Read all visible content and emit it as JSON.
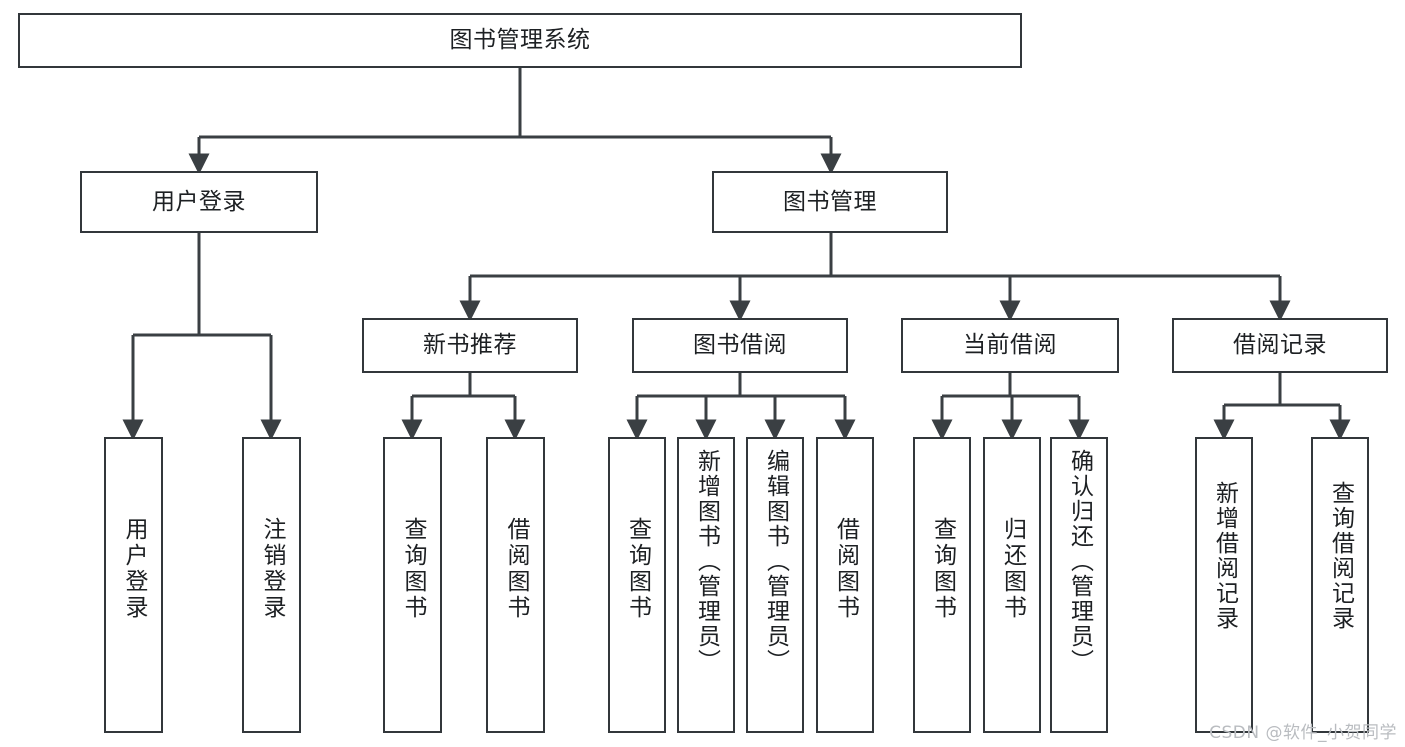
{
  "diagram": {
    "title": "图书管理系统",
    "type": "tree",
    "colors": {
      "box_border": "#32373b",
      "box_fill": "#ffffff",
      "connector": "#3a3f43",
      "text": "#1d2023",
      "watermark": "#b9bcc0",
      "background": "#ffffff"
    },
    "root": {
      "label": "图书管理系统"
    },
    "level2": [
      {
        "label": "用户登录"
      },
      {
        "label": "图书管理"
      }
    ],
    "level3": [
      {
        "label": "新书推荐"
      },
      {
        "label": "图书借阅"
      },
      {
        "label": "当前借阅"
      },
      {
        "label": "借阅记录"
      }
    ],
    "leaves": {
      "user_login": [
        {
          "label": "用户登录"
        },
        {
          "label": "注销登录"
        }
      ],
      "new_book": [
        {
          "label": "查询图书"
        },
        {
          "label": "借阅图书"
        }
      ],
      "book_borrow": [
        {
          "label": "查询图书"
        },
        {
          "label": "新增图书（管理员）"
        },
        {
          "label": "编辑图书（管理员）"
        },
        {
          "label": "借阅图书"
        }
      ],
      "current_borrow": [
        {
          "label": "查询图书"
        },
        {
          "label": "归还图书"
        },
        {
          "label": "确认归还（管理员）"
        }
      ],
      "borrow_record": [
        {
          "label": "新增借阅记录"
        },
        {
          "label": "查询借阅记录"
        }
      ]
    },
    "watermark": "CSDN @软件_小贺同学"
  }
}
